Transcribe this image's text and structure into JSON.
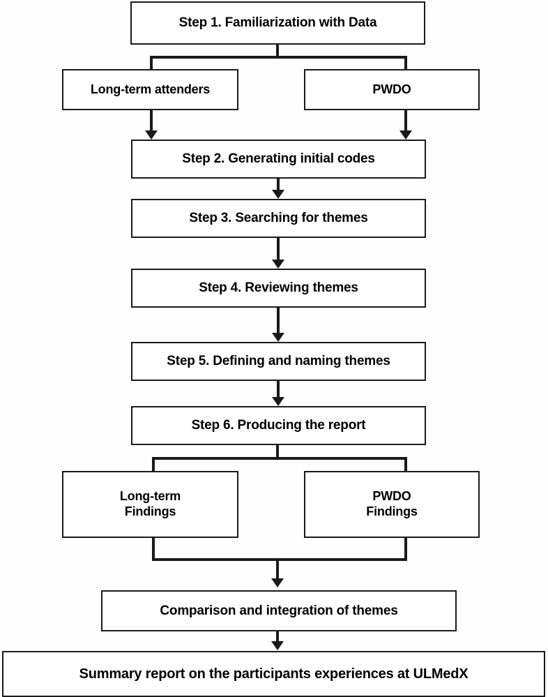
{
  "diagram": {
    "title": "Thematic analysis flowchart",
    "theme": {
      "line_color": "#1a1a1a",
      "box_fill": "#ffffff",
      "text_color": "#000000",
      "background": "#fefefe"
    },
    "nodes": [
      {
        "id": "step1",
        "label": "Step 1. Familiarization with Data"
      },
      {
        "id": "longterm",
        "label": "Long-term attenders"
      },
      {
        "id": "pwdo",
        "label": "PWDO"
      },
      {
        "id": "step2",
        "label": "Step 2. Generating initial codes"
      },
      {
        "id": "step3",
        "label": "Step 3. Searching for themes"
      },
      {
        "id": "step4",
        "label": "Step 4. Reviewing themes"
      },
      {
        "id": "step5",
        "label": "Step 5. Defining and naming themes"
      },
      {
        "id": "step6",
        "label": "Step 6. Producing the report"
      },
      {
        "id": "ltfindings",
        "label": "Long-term\nFindings"
      },
      {
        "id": "pwdofind",
        "label": "PWDO\nFindings"
      },
      {
        "id": "comparison",
        "label": "Comparison and integration of themes"
      },
      {
        "id": "summary",
        "label": "Summary report on the participants experiences at ULMedX"
      }
    ]
  }
}
